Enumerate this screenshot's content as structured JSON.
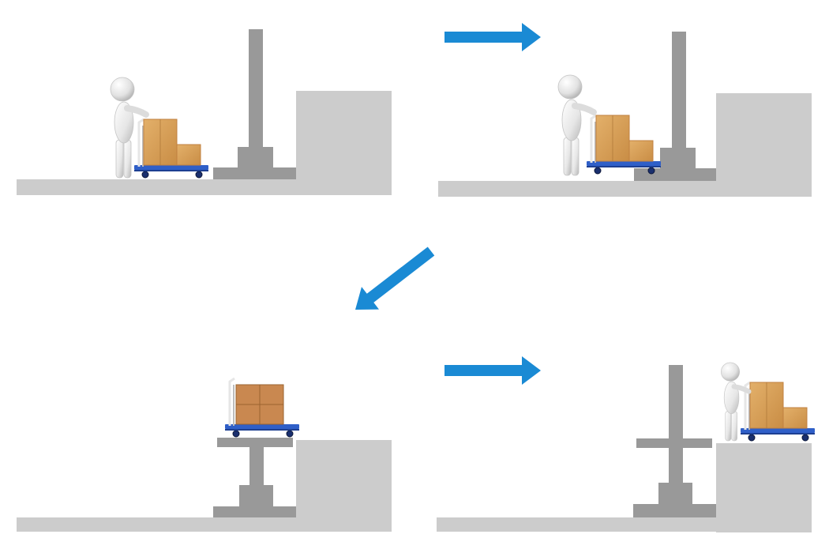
{
  "colors": {
    "background": "#ffffff",
    "ground": "#cccccc",
    "platform": "#cccccc",
    "lift_mechanism": "#999999",
    "arrow": "#1a8ad4",
    "box": "#d9a35e",
    "box_dark": "#c08040",
    "cart_frame": "#2f5fc8",
    "person": "#ececec",
    "person_shade": "#c4c4c4"
  },
  "panels": [
    {
      "id": "approach",
      "lift_state": "lowered",
      "person": "pushing",
      "cart": "loaded"
    },
    {
      "id": "board",
      "lift_state": "lowered",
      "person": "pushing",
      "cart": "loaded"
    },
    {
      "id": "raise",
      "lift_state": "raised",
      "person": "none",
      "cart": "loaded"
    },
    {
      "id": "unload",
      "lift_state": "raised",
      "person": "pushing",
      "cart": "loaded"
    }
  ],
  "arrows": [
    {
      "id": "step-1-to-2",
      "direction": "right"
    },
    {
      "id": "step-2-to-3",
      "direction": "down-left"
    },
    {
      "id": "step-3-to-4",
      "direction": "right"
    }
  ]
}
